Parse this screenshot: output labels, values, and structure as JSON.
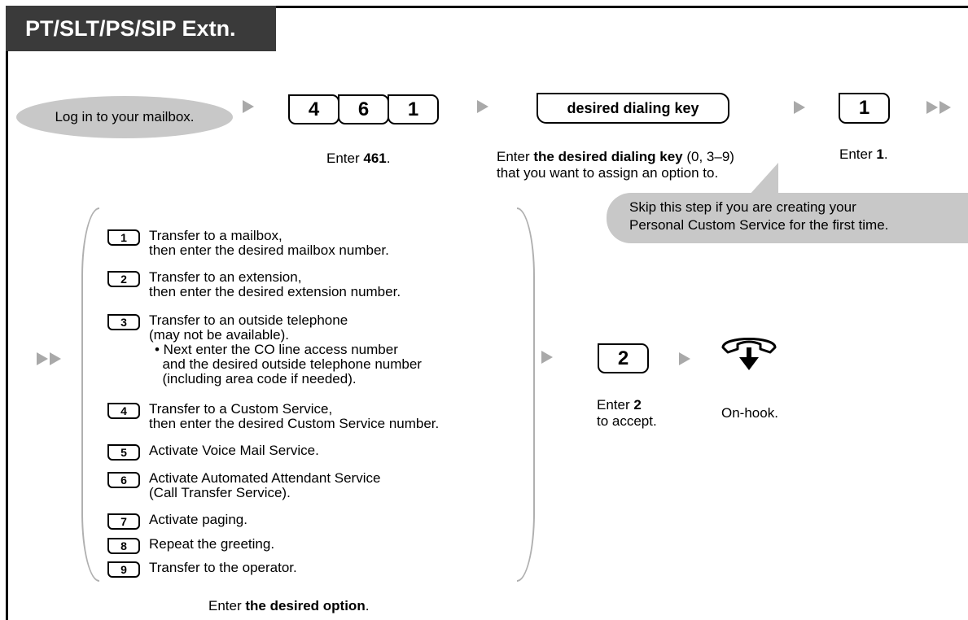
{
  "title": "PT/SLT/PS/SIP Extn.",
  "step_login": "Log in to your mailbox.",
  "step1": {
    "keys": [
      "4",
      "6",
      "1"
    ],
    "caption_pre": "Enter ",
    "caption_bold": "461",
    "caption_post": "."
  },
  "step2": {
    "key": "desired dialing key",
    "caption_pre": "Enter ",
    "caption_bold": "the desired dialing key",
    "caption_post": " (0, 3–9)",
    "caption_line2": "that you want to assign an option to."
  },
  "step3": {
    "key": "1",
    "caption_pre": "Enter ",
    "caption_bold": "1",
    "caption_post": "."
  },
  "note": {
    "line1": "Skip this step if you are creating your",
    "line2": "Personal Custom Service for the first time."
  },
  "options": [
    {
      "key": "1",
      "lines": [
        "Transfer to a mailbox,",
        "then enter the desired mailbox number."
      ]
    },
    {
      "key": "2",
      "lines": [
        "Transfer to an extension,",
        "then enter the desired extension number."
      ]
    },
    {
      "key": "3",
      "lines": [
        "Transfer to an outside telephone",
        "(may not be available).",
        "• Next enter the CO line access number",
        "  and the desired outside telephone number",
        "  (including area code if needed)."
      ]
    },
    {
      "key": "4",
      "lines": [
        "Transfer to a Custom Service,",
        "then enter the desired Custom Service number."
      ]
    },
    {
      "key": "5",
      "lines": [
        "Activate Voice Mail Service."
      ]
    },
    {
      "key": "6",
      "lines": [
        "Activate Automated Attendant Service",
        "(Call Transfer Service)."
      ]
    },
    {
      "key": "7",
      "lines": [
        "Activate paging."
      ]
    },
    {
      "key": "8",
      "lines": [
        "Repeat the greeting."
      ]
    },
    {
      "key": "9",
      "lines": [
        "Transfer to the operator."
      ]
    }
  ],
  "options_caption": {
    "pre": "Enter ",
    "bold": "the desired option",
    "post": "."
  },
  "step4": {
    "key": "2",
    "caption_pre": "Enter ",
    "caption_bold": "2",
    "caption_line2": "to accept."
  },
  "step5": {
    "icon": "handset-on-hook-icon",
    "caption": "On-hook."
  }
}
